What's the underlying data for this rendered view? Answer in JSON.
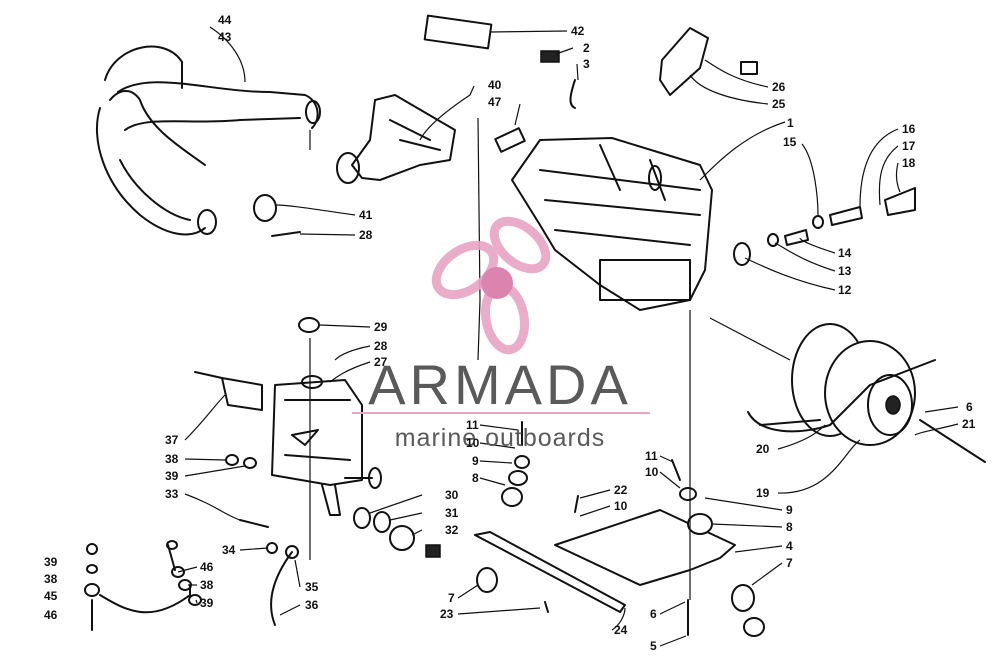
{
  "diagram": {
    "labels": [
      "44",
      "43",
      "42",
      "2",
      "3",
      "26",
      "25",
      "40",
      "47",
      "1",
      "15",
      "16",
      "17",
      "18",
      "41",
      "28",
      "14",
      "13",
      "12",
      "29",
      "28",
      "27",
      "6",
      "21",
      "20",
      "19",
      "37",
      "38",
      "39",
      "33",
      "11",
      "10",
      "9",
      "8",
      "11",
      "10",
      "22",
      "10",
      "9",
      "8",
      "30",
      "31",
      "32",
      "34",
      "46",
      "38",
      "39",
      "39",
      "38",
      "45",
      "46",
      "35",
      "36",
      "7",
      "23",
      "24",
      "6",
      "5",
      "4",
      "7"
    ]
  },
  "watermark": {
    "brand": "ARMADA",
    "tagline": "marine outboards",
    "colors": {
      "logo_pink": "#e8a5c4",
      "logo_magenta": "#d977a8",
      "text_gray": "#5a5a5a",
      "rule_pink": "#e8a5c4"
    }
  }
}
